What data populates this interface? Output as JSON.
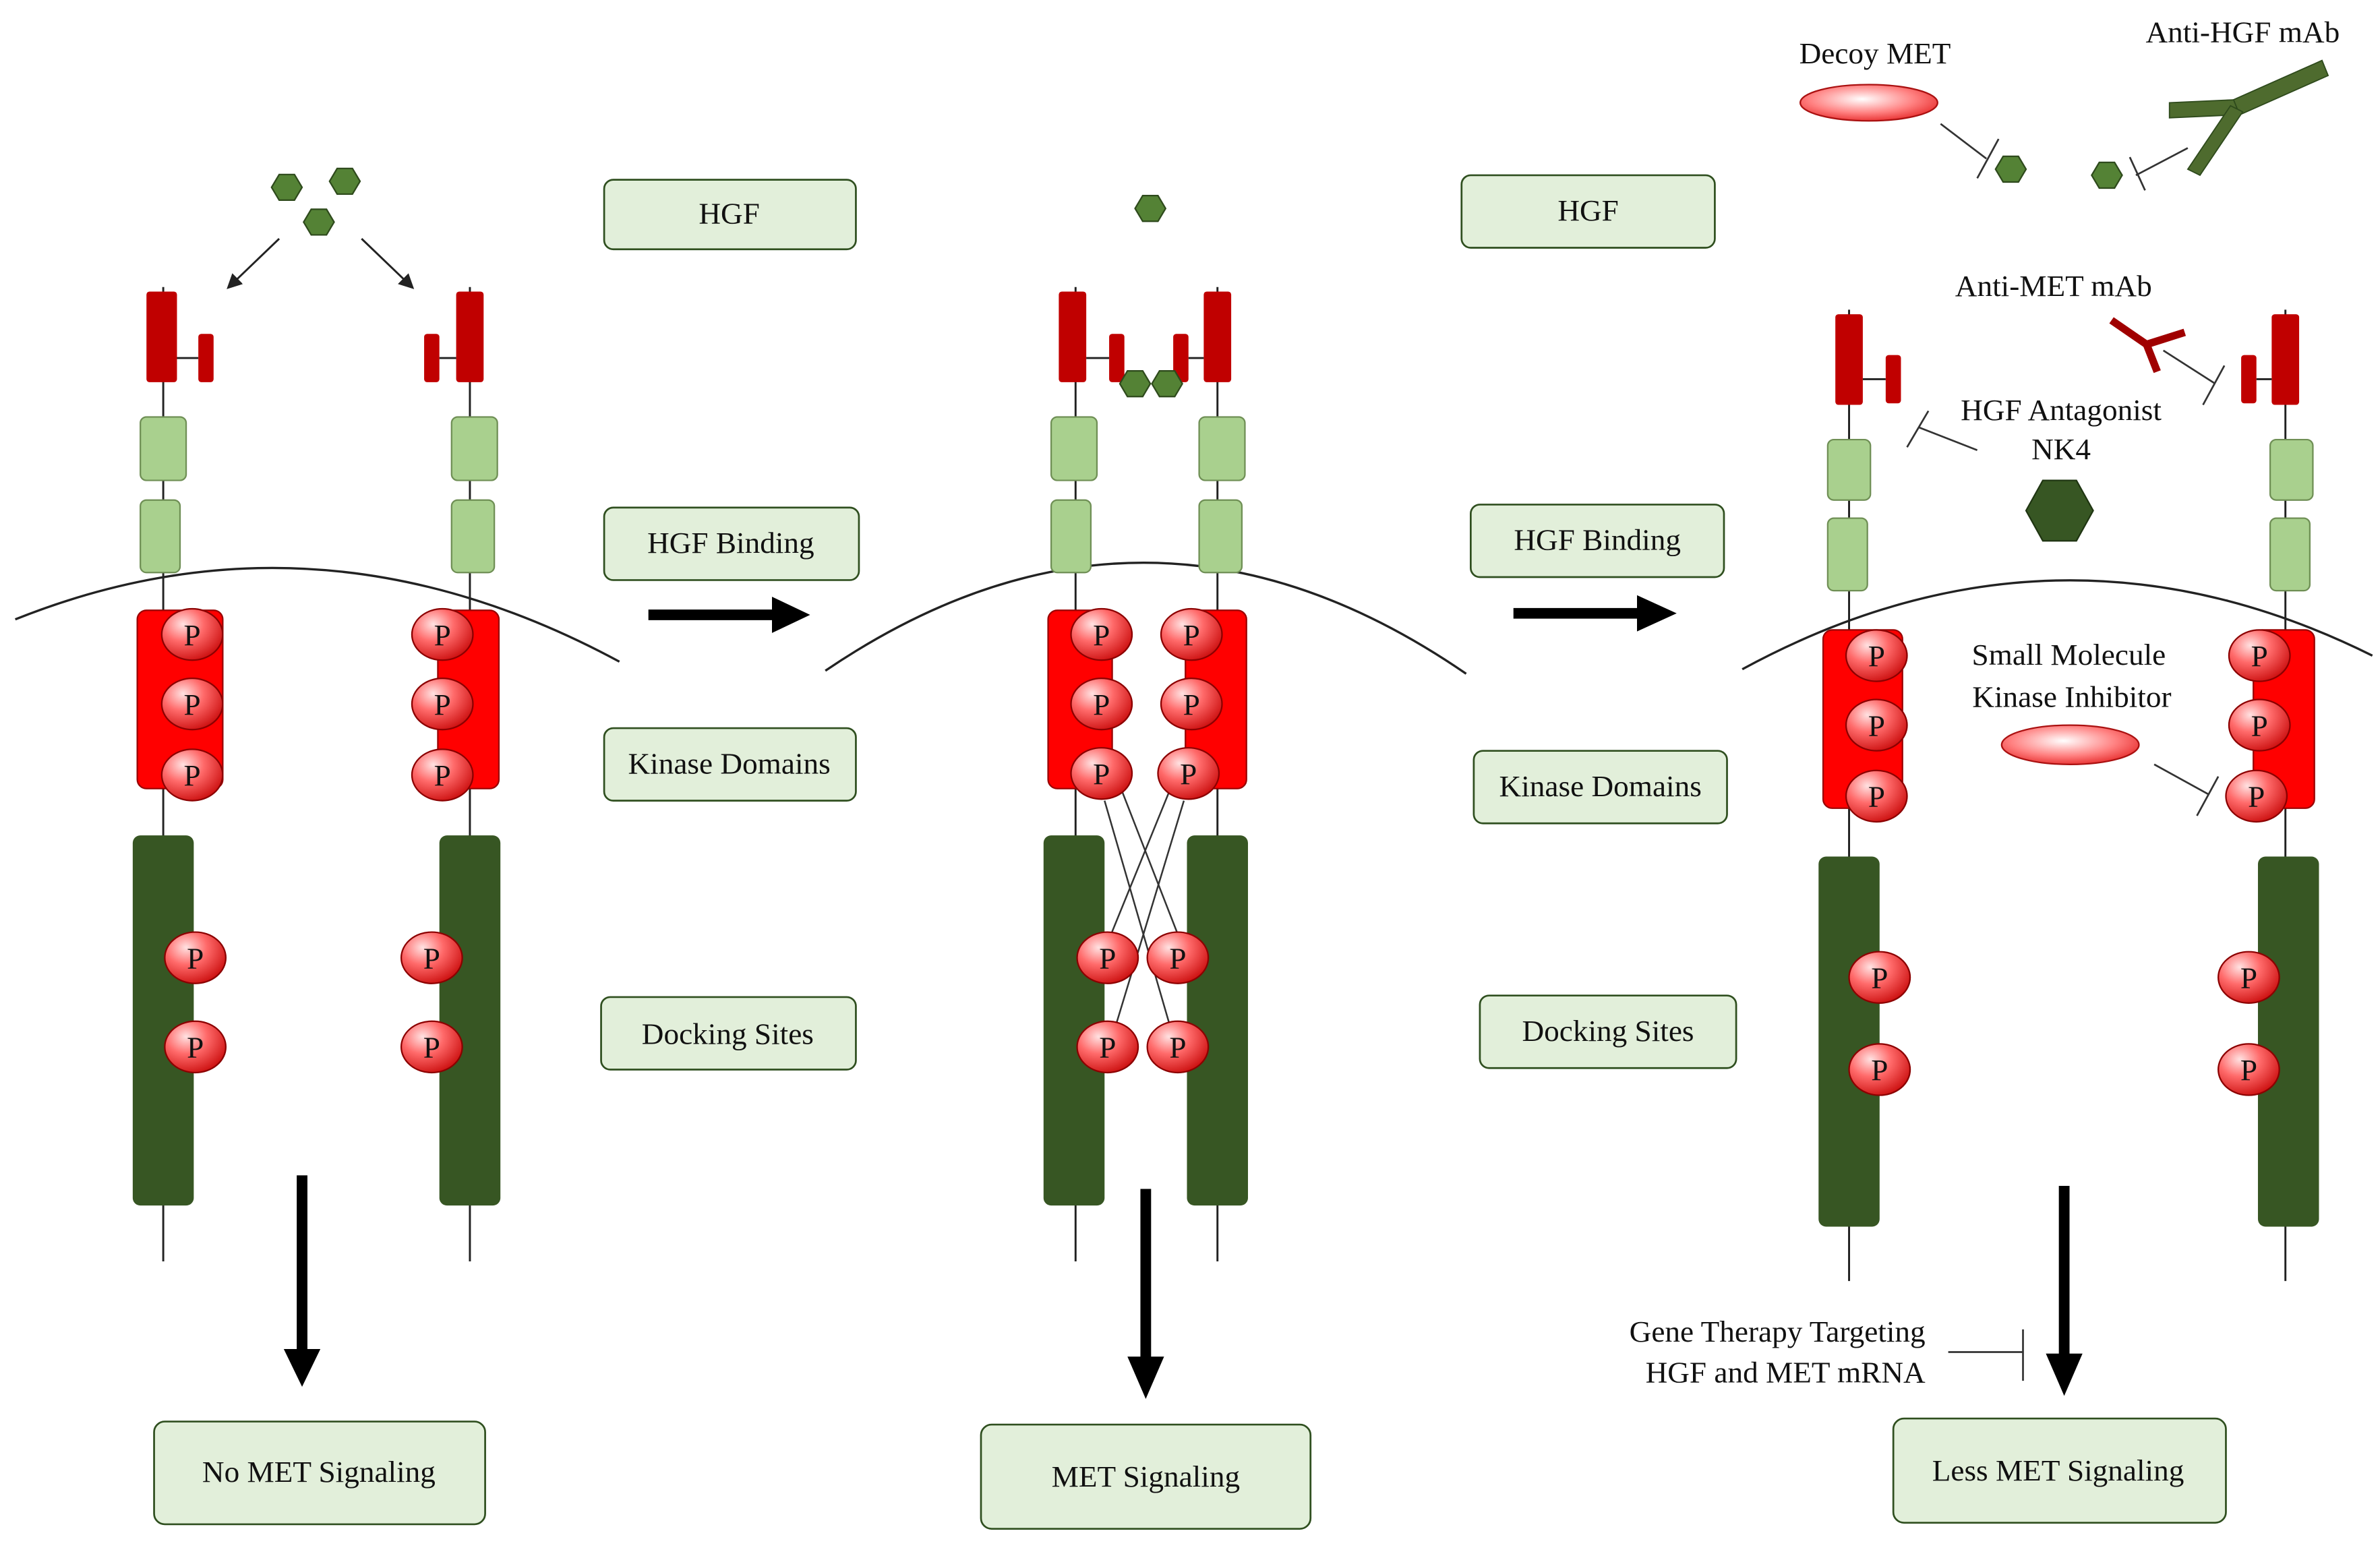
{
  "labels": {
    "hgf_1": "HGF",
    "hgf_binding_1": "HGF Binding",
    "kinase_domains_1": "Kinase Domains",
    "docking_sites_1": "Docking  Sites",
    "hgf_2": "HGF",
    "hgf_binding_2": "HGF Binding",
    "kinase_domains_2": "Kinase Domains",
    "docking_sites_2": "Docking  Sites",
    "no_met_signaling": "No MET  Signaling",
    "met_signaling": "MET  Signaling",
    "less_met_signaling": "Less MET  Signaling"
  },
  "annotations": {
    "decoy_met": "Decoy MET",
    "anti_hgf_mab": "Anti-HGF  mAb",
    "anti_met_mab": "Anti-MET  mAb",
    "hgf_antagonist_line1": "HGF Antagonist",
    "hgf_antagonist_line2": "NK4",
    "small_molecule_line1": "Small  Molecule",
    "small_molecule_line2": "Kinase  Inhibitor",
    "gene_therapy_line1": "Gene  Therapy  Targeting",
    "gene_therapy_line2": "HGF and MET mRNA"
  },
  "phospho_label": "P",
  "colors": {
    "sema_red": "#c00000",
    "kinase_red": "#ff0000",
    "light_green": "#a9d08e",
    "dark_green": "#375623",
    "hgf_green": "#548235",
    "label_box_fill": "#e2efda",
    "label_box_stroke": "#2f4f1f",
    "phospho_red": "#ff5050",
    "mab_green": "#4e6b2e",
    "mab_red": "#a00000"
  }
}
